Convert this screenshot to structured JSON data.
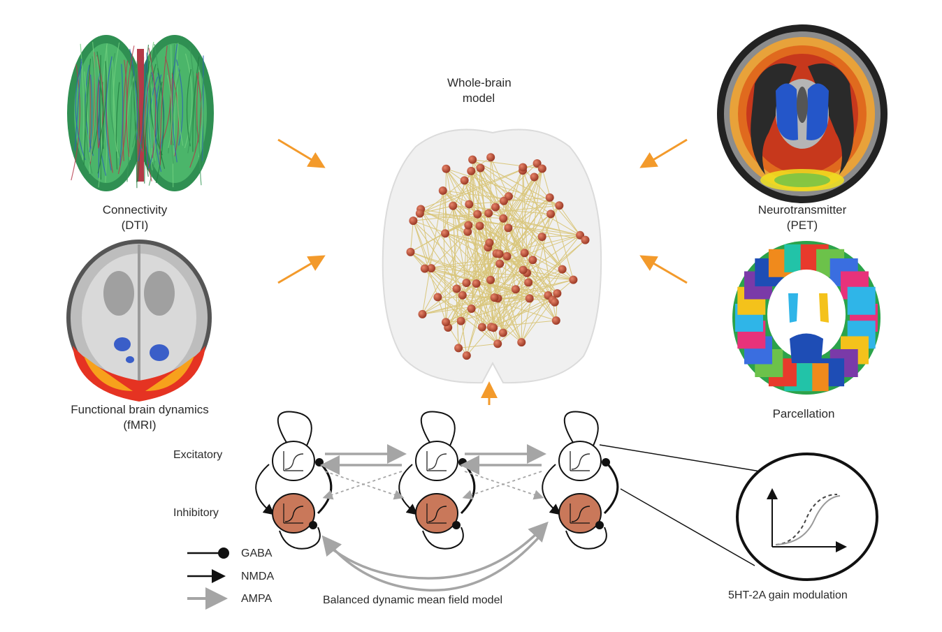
{
  "labels": {
    "whole_brain_1": "Whole-brain",
    "whole_brain_2": "model",
    "connectivity_1": "Connectivity",
    "connectivity_2": "(DTI)",
    "neuro_1": "Neurotransmitter",
    "neuro_2": "(PET)",
    "functional_1": "Functional brain dynamics",
    "functional_2": "(fMRI)",
    "parcellation": "Parcellation",
    "excitatory": "Excitatory",
    "inhibitory": "Inhibitory",
    "mean_field": "Balanced dynamic mean field model",
    "gain": "5HT-2A gain modulation"
  },
  "legend": [
    {
      "label": "GABA",
      "style": "black-dot"
    },
    {
      "label": "NMDA",
      "style": "black-arrow"
    },
    {
      "label": "AMPA",
      "style": "gray-arrow"
    }
  ],
  "colors": {
    "arrow_orange": "#f39a2b",
    "inhibitory_fill": "#c9785a",
    "node": "#c0503a",
    "edge": "#c8a51e",
    "fiber_green": "#3ea85a",
    "ampa_gray": "#9a9a9a"
  }
}
